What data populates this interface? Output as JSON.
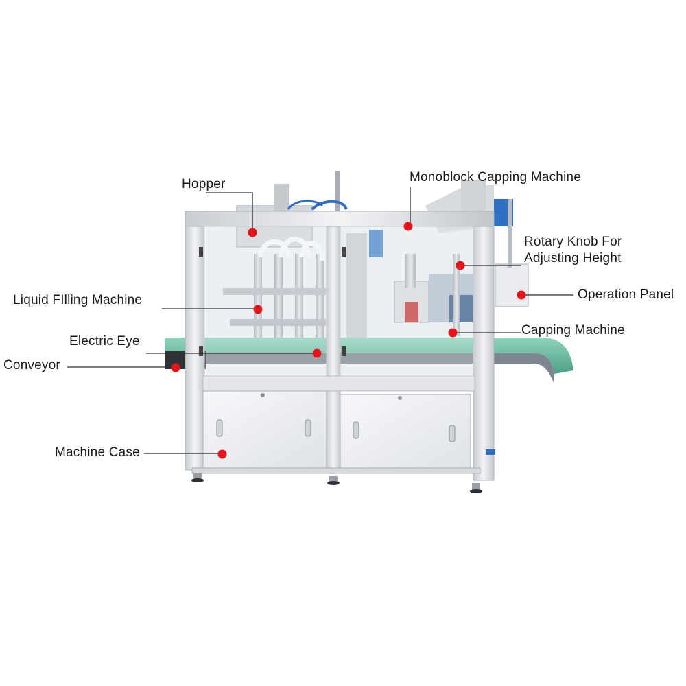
{
  "colors": {
    "marker": "#e8141b",
    "leader_line": "#2b2b2b",
    "frame": "#dcdfe4",
    "glass": "#eef2f6",
    "steel": "#b8bdc4",
    "conveyor": "#6fb8a2",
    "pipe_blue": "#2f6fc4"
  },
  "labels": {
    "hopper": "Hopper",
    "monoblock": "Monoblock Capping Machine",
    "rotary_line1": "Rotary Knob For",
    "rotary_line2": "Adjusting Height",
    "liquid_filling": "Liquid FIlling Machine",
    "operation_panel": "Operation Panel",
    "electric_eye": "Electric Eye",
    "capping_machine": "Capping Machine",
    "conveyor": "Conveyor",
    "machine_case": "Machine Case"
  }
}
